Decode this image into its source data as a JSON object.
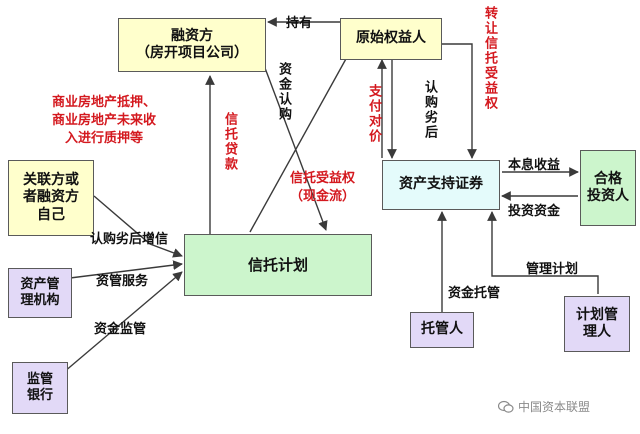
{
  "nodes": {
    "financier": [
      "融资方",
      "（房开项目公司）"
    ],
    "original_beneficiary": "原始权益人",
    "related_party": [
      "关联方或",
      "者融资方",
      "自己"
    ],
    "asset_manager": [
      "资产管",
      "理机构"
    ],
    "regulator_bank": [
      "监管",
      "银行"
    ],
    "trust_plan": "信托计划",
    "abs": "资产支持证券",
    "qualified_investors": [
      "合格",
      "投资人"
    ],
    "custodian": "托管人",
    "plan_manager": [
      "计划管",
      "理人"
    ]
  },
  "labels": {
    "holds": "持有",
    "fund_subscribe": "资金认购",
    "trust_loan": "信托贷款",
    "pledge_note": [
      "商业房地产抵押、",
      "商业房地产未来收",
      "入进行质押等"
    ],
    "pay_price": "支付对价",
    "subscribe_subordinate": "认购劣后",
    "transfer_trust_beneficiary": "转让信托受益权",
    "trust_beneficiary_cashflow": [
      "信托受益权",
      "（现金流）"
    ],
    "principal_interest": "本息收益",
    "investment_funds": "投资资金",
    "subordinate_credit_enhancement": "认购劣后增信",
    "asset_management_service": "资管服务",
    "fund_supervision": "资金监管",
    "fund_custody": "资金托管",
    "management_plan": "管理计划"
  },
  "watermark": "中国资本联盟",
  "colors": {
    "accent_red": "#d4191f",
    "yellow_box": "#ffffcc",
    "green_box": "#ccf5cc",
    "cyan_box": "#e4fbfb",
    "purple_box": "#e2d9f7",
    "arrow": "#3a3a3a"
  }
}
